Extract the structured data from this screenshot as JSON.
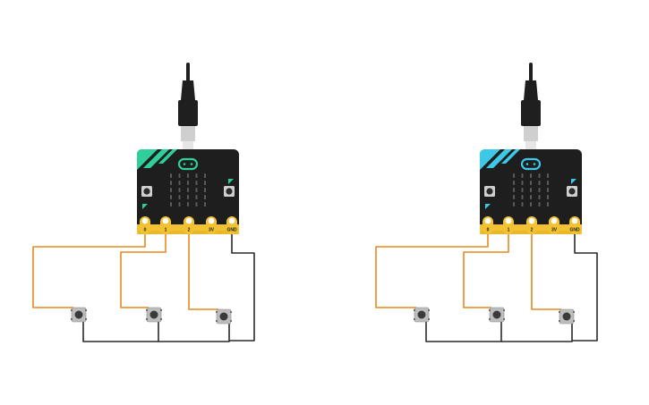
{
  "canvas": {
    "background": "#ffffff"
  },
  "colors": {
    "board_body": "#1e1e1e",
    "board_accent_left": "#2ecf9a",
    "board_accent_right": "#3cc8e6",
    "gold": "#f2c232",
    "gold_dark": "#c99a12",
    "wire_signal": "#e8891e",
    "wire_ground": "#2a2a2a",
    "button_body": "#8c8c8c",
    "button_cap": "#3a3a3a",
    "cable": "#1f1f1f",
    "connector": "#cfcfcf"
  },
  "circuits": [
    {
      "name": "circuit-left",
      "accent_color_key": "board_accent_left",
      "pins": [
        "0",
        "1",
        "2",
        "3V",
        "GND"
      ]
    },
    {
      "name": "circuit-right",
      "accent_color_key": "board_accent_right",
      "pins": [
        "0",
        "1",
        "2",
        "3V",
        "GND"
      ]
    }
  ],
  "components": {
    "board_icon": "microbit-board-icon",
    "cable_icon": "usb-cable-icon",
    "button_icon": "pushbutton-icon"
  }
}
